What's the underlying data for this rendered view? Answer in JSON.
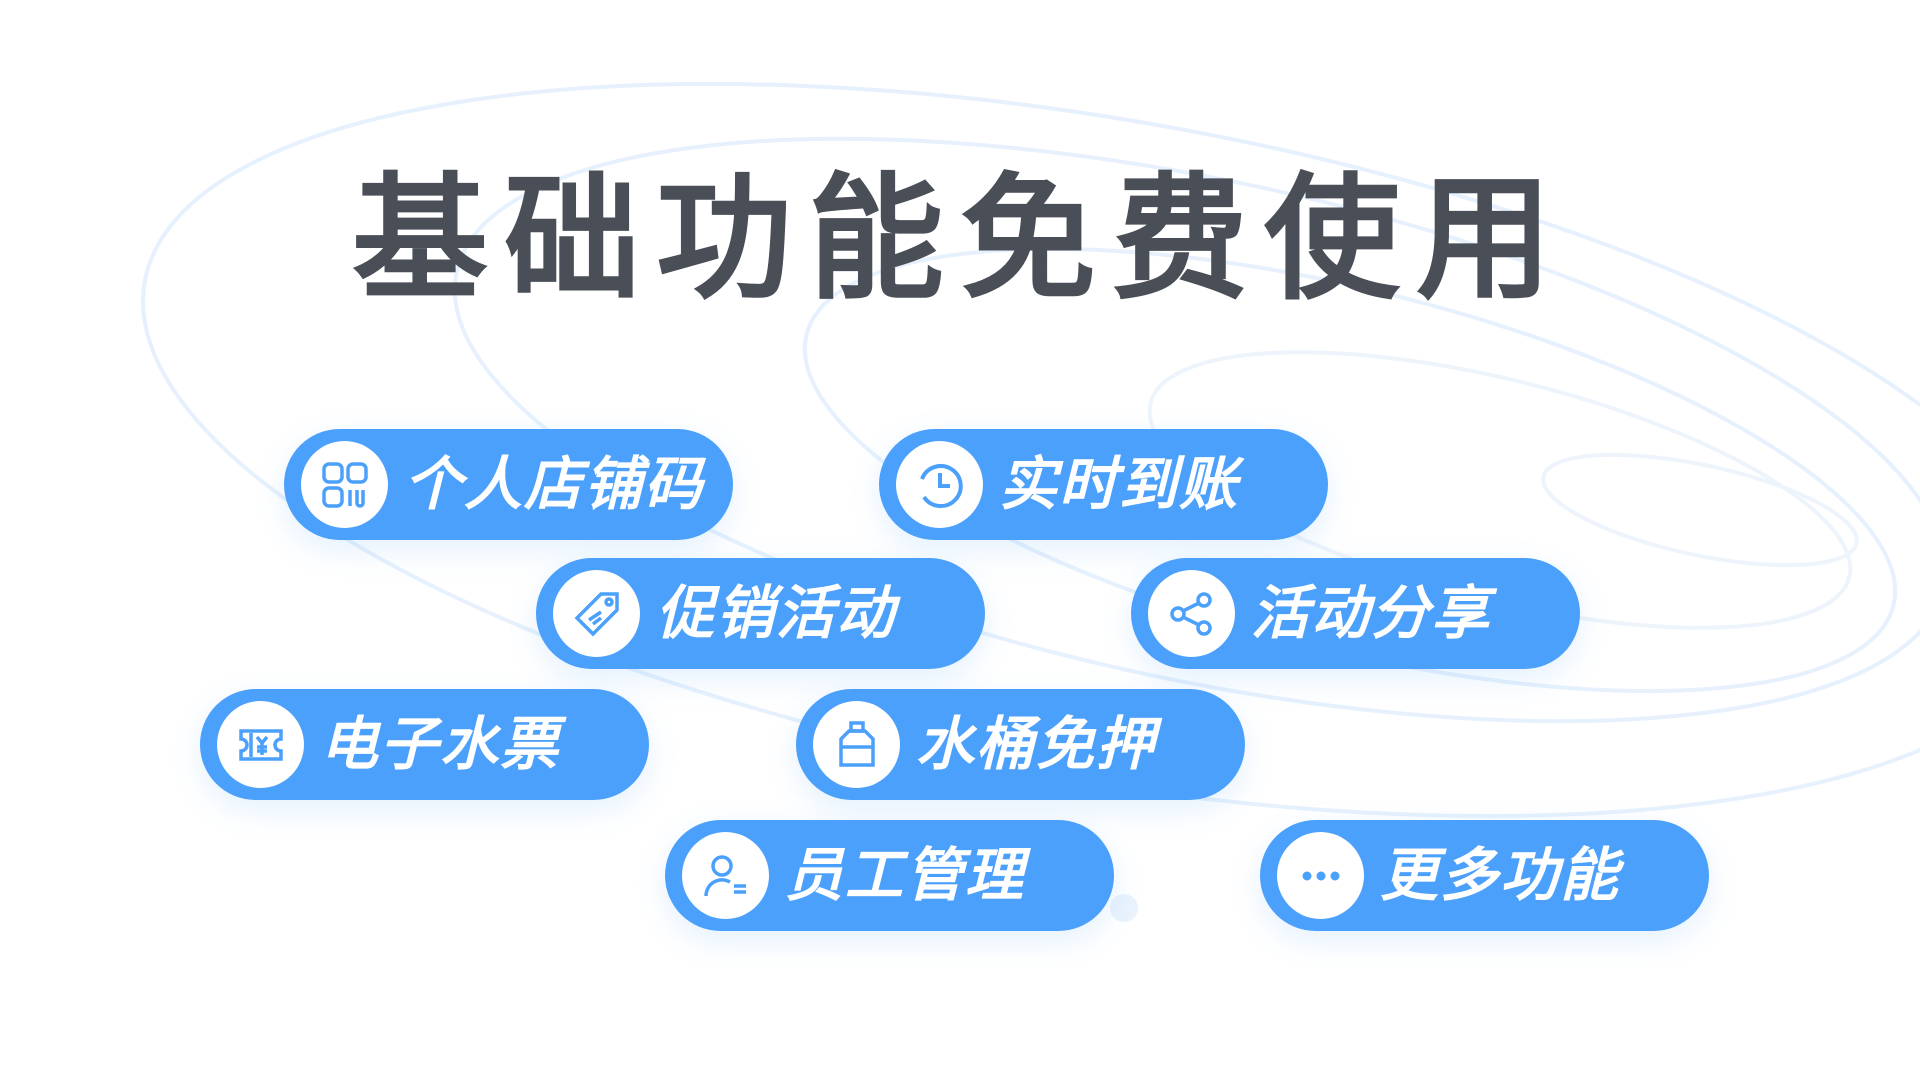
{
  "title": "基础功能免费使用",
  "colors": {
    "accent": "#4ba0fb",
    "title": "#494e57"
  },
  "features": [
    {
      "label": "个人店铺码",
      "icon": "qr-code-icon"
    },
    {
      "label": "实时到账",
      "icon": "clock-icon"
    },
    {
      "label": "促销活动",
      "icon": "tag-icon"
    },
    {
      "label": "活动分享",
      "icon": "share-icon"
    },
    {
      "label": "电子水票",
      "icon": "ticket-icon"
    },
    {
      "label": "水桶免押",
      "icon": "water-bucket-icon"
    },
    {
      "label": "员工管理",
      "icon": "staff-icon"
    },
    {
      "label": "更多功能",
      "icon": "more-icon"
    }
  ]
}
